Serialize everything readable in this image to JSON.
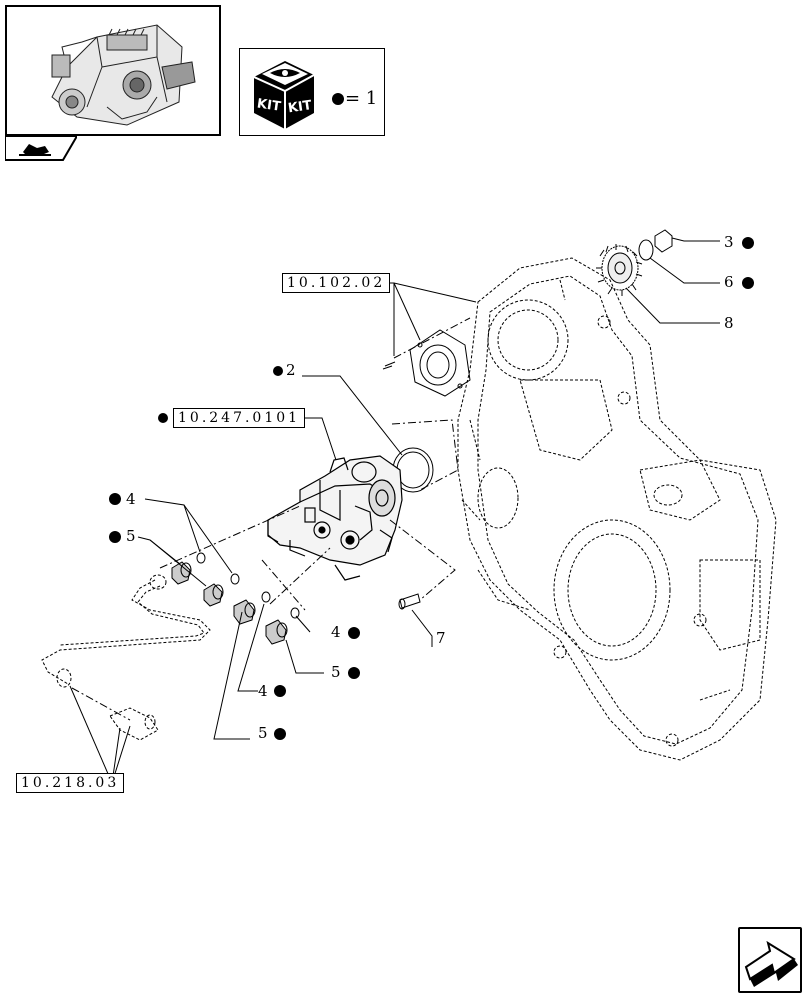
{
  "kit_legend": {
    "label": "KIT",
    "equals": "= 1"
  },
  "references": {
    "top": "10.102.02",
    "pump": "10.247.0101",
    "bottom": "10.218.03"
  },
  "callouts": {
    "c2": "2",
    "c3": "3",
    "c4a": "4",
    "c4b": "4",
    "c4c": "4",
    "c5a": "5",
    "c5b": "5",
    "c5c": "5",
    "c6": "6",
    "c7": "7",
    "c8": "8"
  },
  "icons": {
    "engine": "engine-thumbnail-icon",
    "tab": "vehicle-tab-icon",
    "kit": "kit-box-icon",
    "nav": "next-page-arrow-icon"
  },
  "colors": {
    "ink": "#000000",
    "background": "#ffffff",
    "kit_dot": "#000000"
  }
}
